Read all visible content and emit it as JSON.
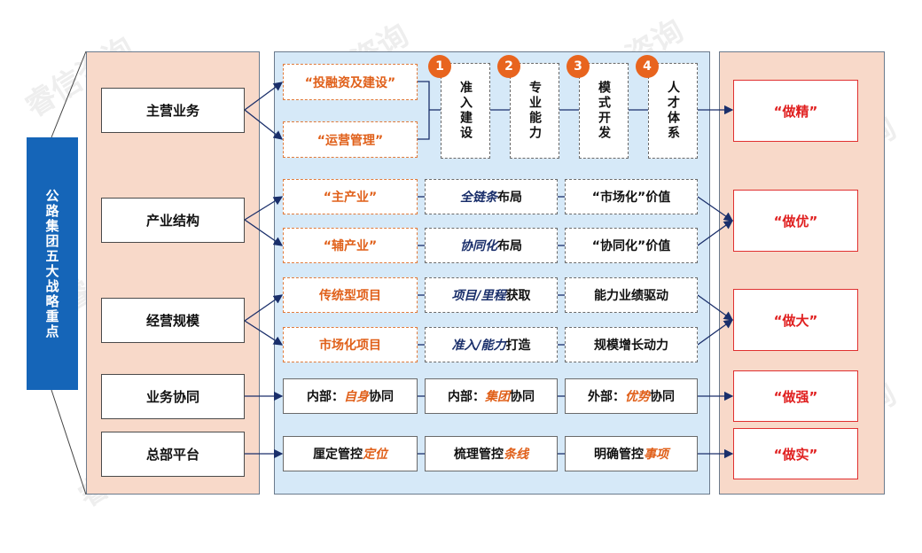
{
  "title": "公路集团五大战略重点",
  "left_items": [
    "主营业务",
    "产业结构",
    "经营规模",
    "业务协同",
    "总部平台"
  ],
  "row1": {
    "a": "“投融资及建设”",
    "b": "“运营管理”"
  },
  "steps": [
    {
      "num": "1",
      "label": "准入建设"
    },
    {
      "num": "2",
      "label": "专业能力"
    },
    {
      "num": "3",
      "label": "模式开发"
    },
    {
      "num": "4",
      "label": "人才体系"
    }
  ],
  "rows": [
    {
      "c1": "“主产业”",
      "c2_em": "全链条",
      "c2_rest": "布局",
      "c3": "“市场化”价值"
    },
    {
      "c1": "“辅产业”",
      "c2_em": "协同化",
      "c2_rest": "布局",
      "c3": "“协同化”价值"
    },
    {
      "c1": "传统型项目",
      "c2_em": "项目/里程",
      "c2_rest": "获取",
      "c3": "能力业绩驱动"
    },
    {
      "c1": "市场化项目",
      "c2_em": "准入/能力",
      "c2_rest": "打造",
      "c3": "规模增长动力"
    }
  ],
  "sync": [
    {
      "pre": "内部：",
      "em": "自身",
      "post": "协同"
    },
    {
      "pre": "内部：",
      "em": "集团",
      "post": "协同"
    },
    {
      "pre": "外部：",
      "em": "优势",
      "post": "协同"
    }
  ],
  "platform": [
    {
      "pre": "厘定管控",
      "em": "定位"
    },
    {
      "pre": "梳理管控",
      "em": "条线"
    },
    {
      "pre": "明确管控",
      "em": "事项"
    }
  ],
  "results": [
    "“做精”",
    "“做优”",
    "“做大”",
    "“做强”",
    "“做实”"
  ],
  "watermark": "睿信咨询",
  "colors": {
    "bar": "#1565b8",
    "accent": "#e0601a",
    "result": "#e02020"
  }
}
